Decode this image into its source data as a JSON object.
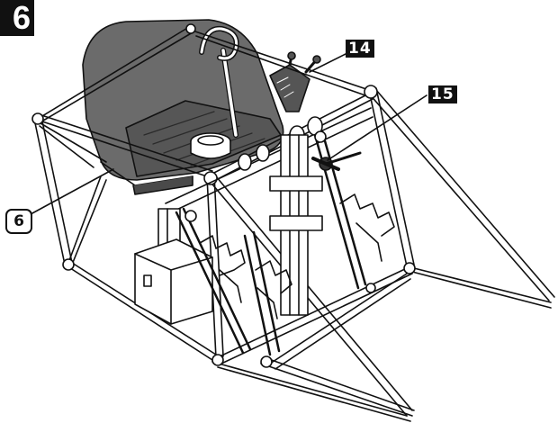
{
  "step": {
    "number": "6"
  },
  "callouts": [
    {
      "id": "part-14",
      "label": "14",
      "style": "badge"
    },
    {
      "id": "part-15",
      "label": "15",
      "style": "badge"
    },
    {
      "id": "part-6",
      "label": "6",
      "style": "circle"
    }
  ],
  "colors": {
    "line": "#111111",
    "seat": "#6b6b6b",
    "seat_dark": "#4a4a4a",
    "background": "#ffffff"
  }
}
